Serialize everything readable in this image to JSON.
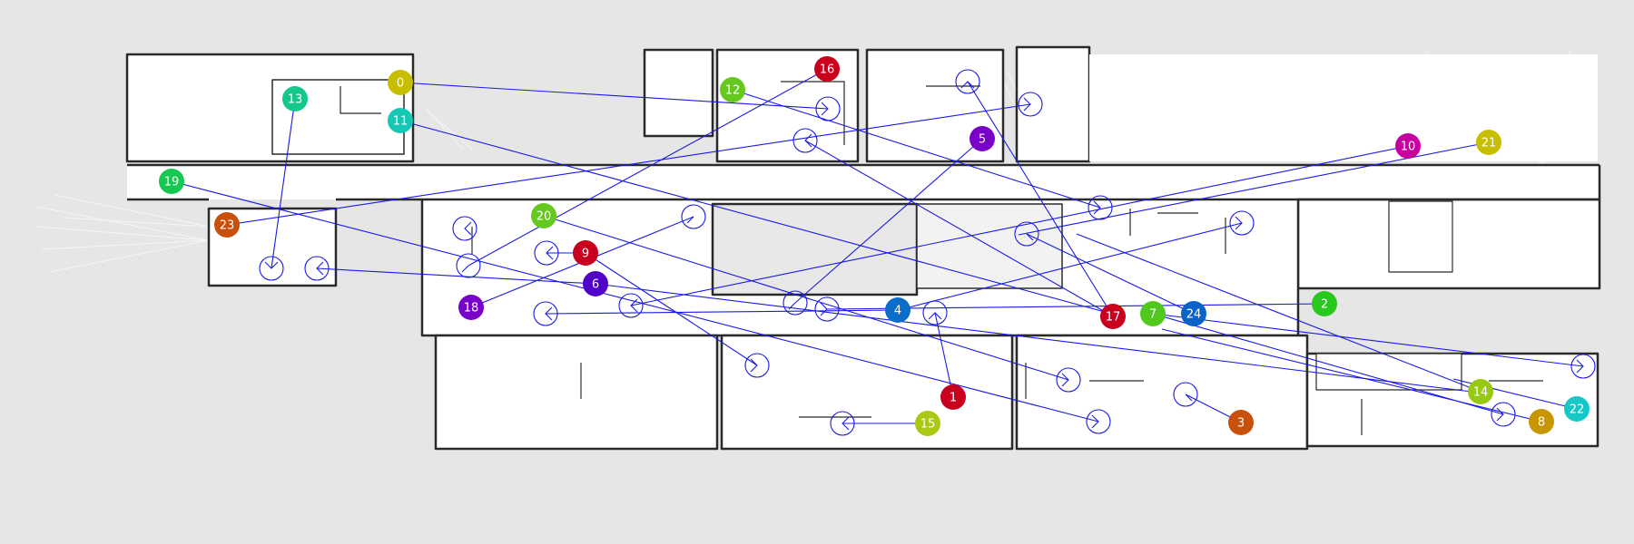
{
  "map": {
    "background_color": "#e6e6e6",
    "free_space_color": "#ffffff",
    "wall_color": "#2a2a2a",
    "path_color": "#1a1ae6"
  },
  "robots": [
    {
      "id": "0",
      "label": "0",
      "color": "#c8be00"
    },
    {
      "id": "1",
      "label": "1",
      "color": "#c8001e"
    },
    {
      "id": "2",
      "label": "2",
      "color": "#28c81e"
    },
    {
      "id": "3",
      "label": "3",
      "color": "#c8500a"
    },
    {
      "id": "4",
      "label": "4",
      "color": "#0a6ec8"
    },
    {
      "id": "5",
      "label": "5",
      "color": "#7800c8"
    },
    {
      "id": "6",
      "label": "6",
      "color": "#5000c8"
    },
    {
      "id": "7",
      "label": "7",
      "color": "#50c81e"
    },
    {
      "id": "8",
      "label": "8",
      "color": "#c89600"
    },
    {
      "id": "9",
      "label": "9",
      "color": "#c8001e"
    },
    {
      "id": "10",
      "label": "10",
      "color": "#c800a0"
    },
    {
      "id": "11",
      "label": "11",
      "color": "#14c8b4"
    },
    {
      "id": "12",
      "label": "12",
      "color": "#64c81e"
    },
    {
      "id": "13",
      "label": "13",
      "color": "#14c88c"
    },
    {
      "id": "14",
      "label": "14",
      "color": "#96c814"
    },
    {
      "id": "15",
      "label": "15",
      "color": "#aac814"
    },
    {
      "id": "16",
      "label": "16",
      "color": "#c8001e"
    },
    {
      "id": "17",
      "label": "17",
      "color": "#c8001e"
    },
    {
      "id": "18",
      "label": "18",
      "color": "#7800c8"
    },
    {
      "id": "19",
      "label": "19",
      "color": "#14c850"
    },
    {
      "id": "20",
      "label": "20",
      "color": "#64c81e"
    },
    {
      "id": "21",
      "label": "21",
      "color": "#c8be00"
    },
    {
      "id": "22",
      "label": "22",
      "color": "#14c8c8"
    },
    {
      "id": "23",
      "label": "23",
      "color": "#c8500a"
    },
    {
      "id": "24",
      "label": "24",
      "color": "#0a64c8"
    }
  ]
}
